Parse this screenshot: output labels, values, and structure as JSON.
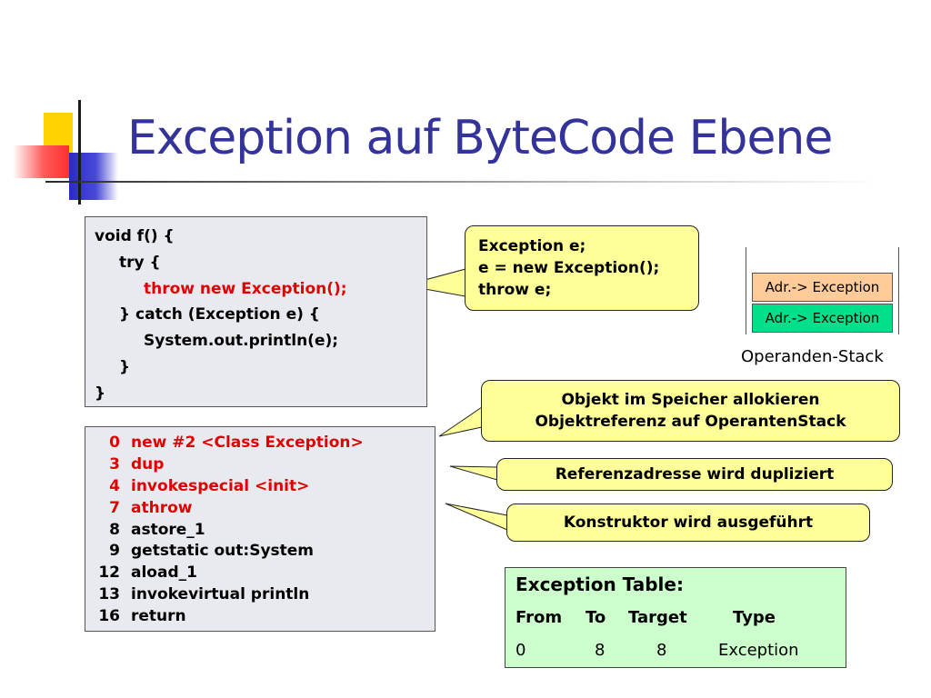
{
  "title": "Exception auf ByteCode Ebene",
  "source_code": [
    {
      "text": "void f() {",
      "indent": 0,
      "highlight": false
    },
    {
      "text": "try {",
      "indent": 1,
      "highlight": false
    },
    {
      "text": "throw new Exception();",
      "indent": 2,
      "highlight": true
    },
    {
      "text": "} catch (Exception e) {",
      "indent": 1,
      "highlight": false
    },
    {
      "text": "System.out.println(e);",
      "indent": 2,
      "highlight": false
    },
    {
      "text": "}",
      "indent": 1,
      "highlight": false
    },
    {
      "text": "}",
      "indent": 0,
      "highlight": false
    }
  ],
  "bytecode": [
    {
      "offset": "0",
      "instruction": "new #2 <Class Exception>",
      "highlight": true
    },
    {
      "offset": "3",
      "instruction": "dup",
      "highlight": true
    },
    {
      "offset": "4",
      "instruction": "invokespecial <init>",
      "highlight": true
    },
    {
      "offset": "7",
      "instruction": "athrow",
      "highlight": true
    },
    {
      "offset": "8",
      "instruction": "astore_1",
      "highlight": false
    },
    {
      "offset": "9",
      "instruction": "getstatic out:System",
      "highlight": false
    },
    {
      "offset": "12",
      "instruction": "aload_1",
      "highlight": false
    },
    {
      "offset": "13",
      "instruction": "invokevirtual println",
      "highlight": false
    },
    {
      "offset": "16",
      "instruction": "return",
      "highlight": false
    }
  ],
  "callouts": {
    "throw_translation": [
      "Exception e;",
      "e = new Exception();",
      "throw e;"
    ],
    "allocation": [
      "Objekt im Speicher allokieren",
      "Objektreferenz auf OperantenStack"
    ],
    "duplicate": "Referenzadresse wird dupliziert",
    "constructor": "Konstruktor wird ausgeführt"
  },
  "operand_stack": {
    "cells": [
      {
        "text": "Adr.-> Exception",
        "color": "#ffcc99"
      },
      {
        "text": "Adr.-> Exception",
        "color": "#00e08a"
      }
    ],
    "label": "Operanden-Stack"
  },
  "exception_table": {
    "title": "Exception Table:",
    "headers": [
      "From",
      "To",
      "Target",
      "Type"
    ],
    "rows": [
      [
        "0",
        "8",
        "8",
        "Exception"
      ]
    ]
  },
  "colors": {
    "title": "#333399",
    "highlight": "#e00000",
    "code_background": "#e9eaf0",
    "callout_background": "#ffff99",
    "table_background": "#ccffcc"
  }
}
